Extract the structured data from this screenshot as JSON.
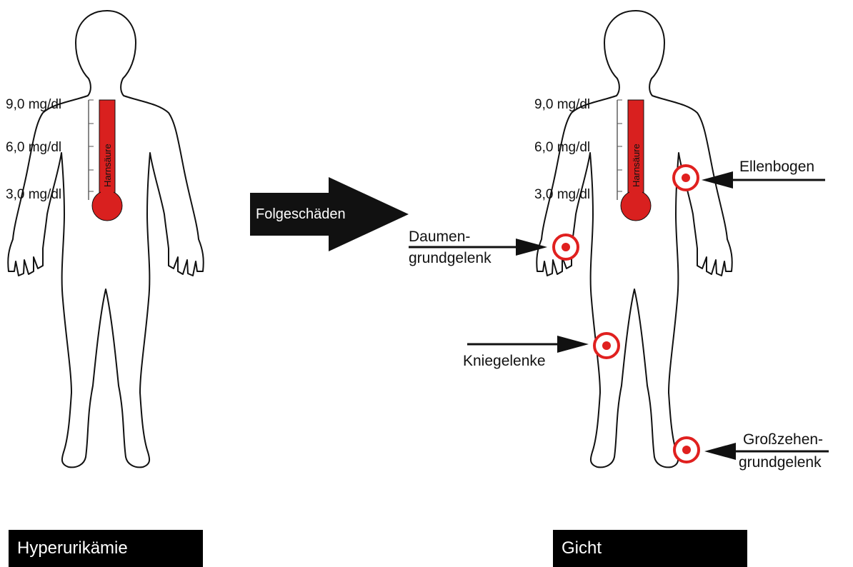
{
  "left_figure": {
    "caption": "Hyperurikämie",
    "scale_labels": [
      "9,0 mg/dl",
      "6,0 mg/dl",
      "3,0 mg/dl"
    ],
    "thermometer_label": "Harnsäure"
  },
  "transition_arrow": {
    "label": "Folgeschäden"
  },
  "right_figure": {
    "caption": "Gicht",
    "scale_labels": [
      "9,0 mg/dl",
      "6,0 mg/dl",
      "3,0 mg/dl"
    ],
    "thermometer_label": "Harnsäure",
    "sites": {
      "elbow": "Ellenbogen",
      "thumb_line1": "Daumen-",
      "thumb_line2": "grundgelenk",
      "knee": "Kniegelenke",
      "toe_line1": "Großzehen-",
      "toe_line2": "grundgelenk"
    }
  },
  "colors": {
    "thermometer": "#d9201f",
    "target": "#e0201f",
    "arrow": "#111111"
  }
}
